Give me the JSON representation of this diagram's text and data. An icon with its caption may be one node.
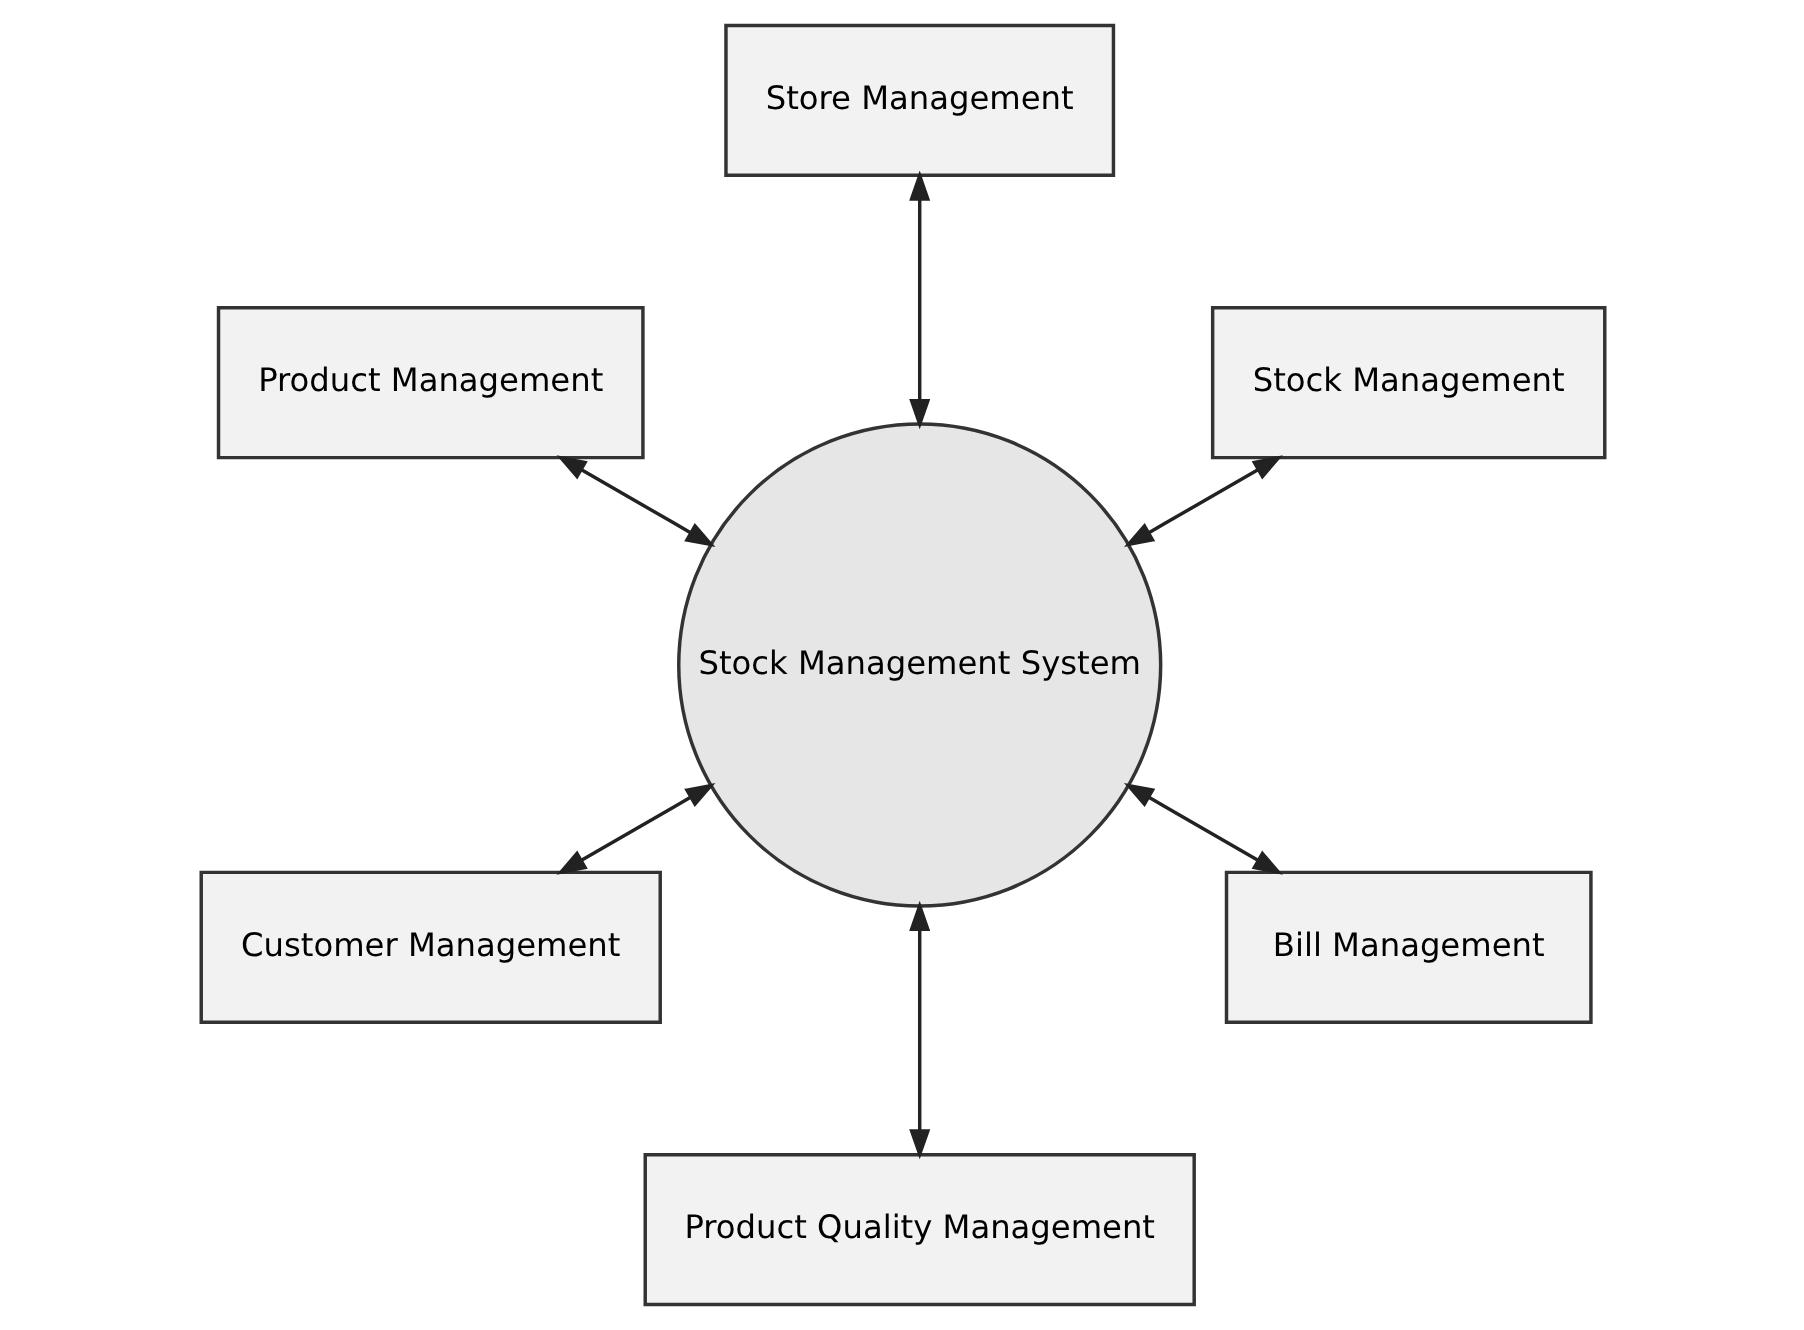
{
  "diagram": {
    "nodes": [
      {
        "text": [
          "Stock Management System"
        ]
      },
      {
        "text": [
          "Stock Management"
        ]
      },
      {
        "text": [
          "Store Management"
        ]
      },
      {
        "text": [
          "Product Management"
        ]
      },
      {
        "text": [
          "Customer Management"
        ]
      },
      {
        "text": [
          "Product Quality Management"
        ]
      },
      {
        "text": [
          "Bill Management"
        ]
      }
    ],
    "edges": [
      {
        "from": 0,
        "to": 1,
        "arrow": "both"
      },
      {
        "from": 0,
        "to": 2,
        "arrow": "both"
      },
      {
        "from": 0,
        "to": 3,
        "arrow": "both"
      },
      {
        "from": 0,
        "to": 4,
        "arrow": "both"
      },
      {
        "from": 0,
        "to": 5,
        "arrow": "both"
      },
      {
        "from": 0,
        "to": 6,
        "arrow": "both"
      }
    ]
  }
}
